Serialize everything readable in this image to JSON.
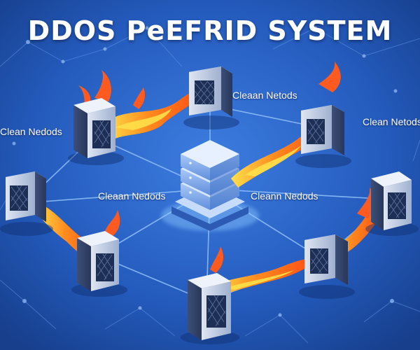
{
  "title": "DDOS PeEFRID SYSTEM",
  "labels": {
    "top_right": "Cleaan Netods",
    "left": "Clean Nedods",
    "far_right": "Clean Netods",
    "center_left": "Cleaan Nedods",
    "center_right": "Cleann Nedods"
  },
  "colors": {
    "background": "#1f4fa6",
    "network_line": "#7fb4f5",
    "flame_outer": "#ff5a1f",
    "flame_inner": "#ffd23a",
    "central_server": "#8fb6f2"
  },
  "icons": {
    "central": "central-server-stack-icon",
    "server": "server-tower-icon",
    "attack": "fire-stream-icon"
  }
}
